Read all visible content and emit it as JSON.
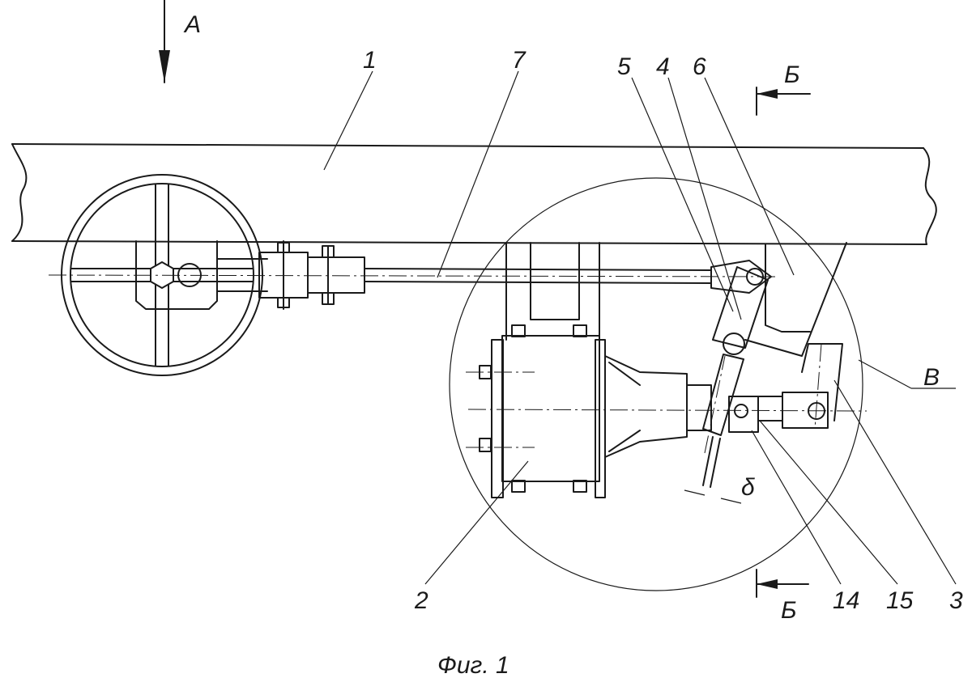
{
  "figure": {
    "caption": "Фиг. 1",
    "view_arrow_label": "А",
    "section_label": "Б",
    "detail_label": "В",
    "delta_symbol": "δ"
  },
  "callouts": [
    {
      "id": "1",
      "text": "1"
    },
    {
      "id": "7",
      "text": "7"
    },
    {
      "id": "5",
      "text": "5"
    },
    {
      "id": "4",
      "text": "4"
    },
    {
      "id": "6",
      "text": "6"
    },
    {
      "id": "2",
      "text": "2"
    },
    {
      "id": "14",
      "text": "14"
    },
    {
      "id": "15",
      "text": "15"
    },
    {
      "id": "3",
      "text": "3"
    }
  ]
}
